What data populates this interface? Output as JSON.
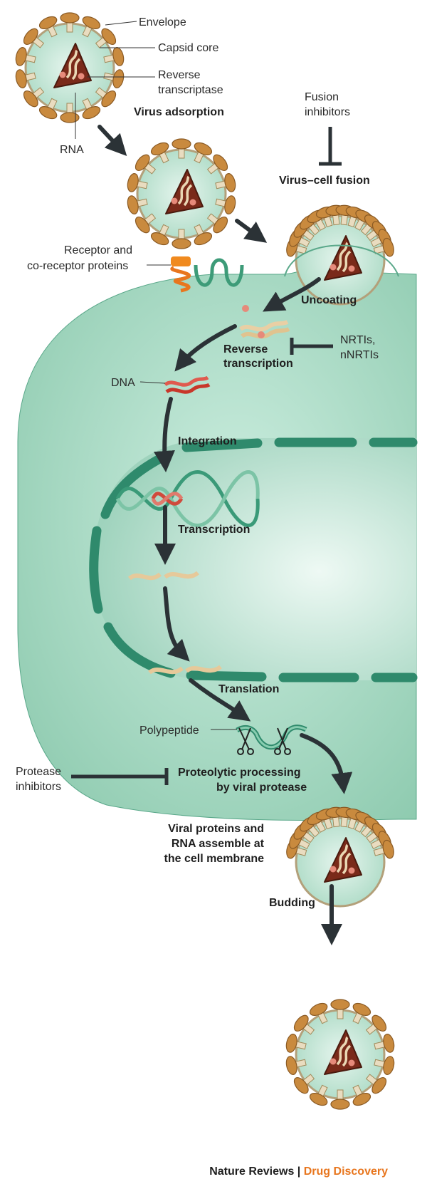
{
  "labels": {
    "envelope": "Envelope",
    "capsid_core": "Capsid core",
    "reverse_transcriptase_1": "Reverse",
    "reverse_transcriptase_2": "transcriptase",
    "rna": "RNA",
    "fusion_inhibitors_1": "Fusion",
    "fusion_inhibitors_2": "inhibitors",
    "receptor_1": "Receptor and",
    "receptor_2": "co-receptor proteins",
    "nrtis_1": "NRTIs,",
    "nrtis_2": "nNRTIs",
    "dna": "DNA",
    "polypeptide": "Polypeptide",
    "protease_inhibitors_1": "Protease",
    "protease_inhibitors_2": "inhibitors"
  },
  "steps": {
    "virus_adsorption": "Virus adsorption",
    "virus_cell_fusion": "Virus–cell fusion",
    "uncoating": "Uncoating",
    "reverse_transcription_1": "Reverse",
    "reverse_transcription_2": "transcription",
    "integration": "Integration",
    "transcription": "Transcription",
    "translation": "Translation",
    "proteolytic_1": "Proteolytic processing",
    "proteolytic_2": "by viral protease",
    "assembly_1": "Viral proteins and",
    "assembly_2": "RNA assemble at",
    "assembly_3": "the cell membrane",
    "budding": "Budding"
  },
  "credit": {
    "journal": "Nature Reviews",
    "separator": " | ",
    "section": "Drug Discovery"
  },
  "colors": {
    "cell_fill": "#9fd4bb",
    "nucleus_fill": "#bfe6d6",
    "membrane": "#2f8a6c",
    "capsid": "#7a2a1a",
    "spike": "#c98a3e",
    "arrow": "#2b3236",
    "accent": "#e8761e"
  }
}
